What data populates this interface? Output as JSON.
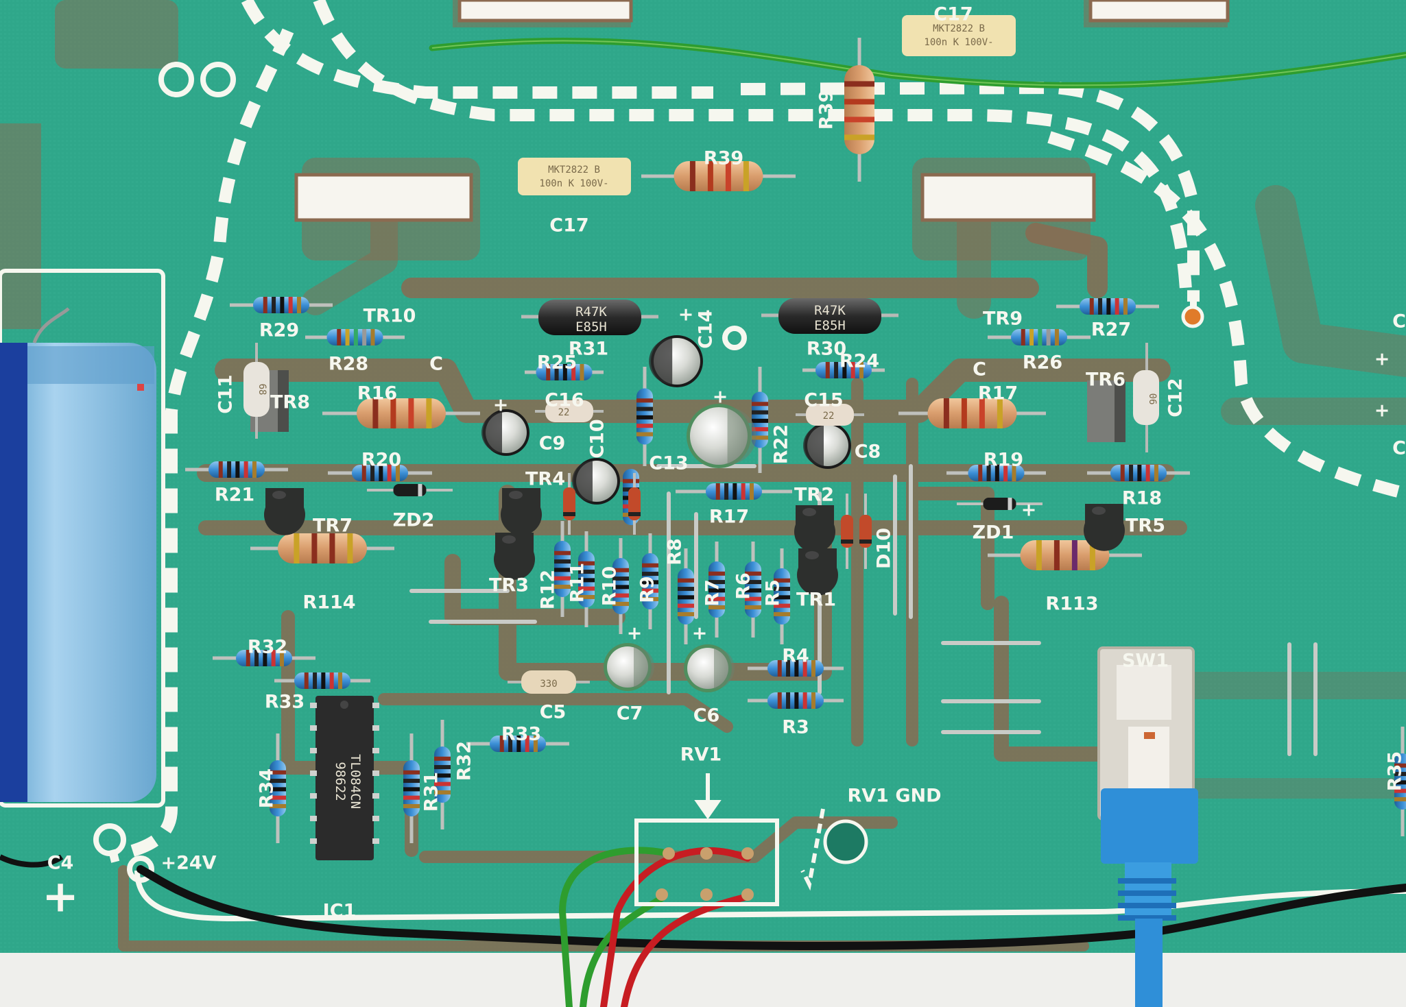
{
  "board": {
    "colors": {
      "substrate": "#2fa78a",
      "copper": "#8b6a50",
      "silkscreen": "#f6f7ef",
      "black_wire": "#111111",
      "green_wire": "#2e9d2e",
      "red_wire": "#c71d22",
      "blue_electrolytic": "#7fb7dc",
      "switch_blue": "#2f8fd8"
    },
    "labels": {
      "c17_top": "C17",
      "r39_vertical": "R39",
      "r39": "R39",
      "c17": "C17",
      "c14": "C14",
      "r31": "R31",
      "r30": "R30",
      "tr10": "TR10",
      "r29": "R29",
      "r28": "R28",
      "tr9": "TR9",
      "r27": "R27",
      "r26": "R26",
      "tr8": "TR8",
      "c11": "C11",
      "r16": "R16",
      "c_left": "C",
      "r25": "R25",
      "c16": "C16",
      "c15": "C15",
      "r24": "R24",
      "c_right": "C",
      "r17": "R17",
      "tr6": "TR6",
      "c12": "C12",
      "c9": "C9",
      "c10": "C10",
      "c13": "C13",
      "r22": "R22",
      "c8": "C8",
      "r20": "R20",
      "r19": "R19",
      "r21": "R21",
      "r18": "R18",
      "tr4": "TR4",
      "zd2": "ZD2",
      "tr2": "TR2",
      "zd1": "ZD1",
      "tr7": "TR7",
      "tr5": "TR5",
      "r17b": "R17",
      "d10": "D10",
      "r12": "R12",
      "r11": "R11",
      "r10": "R10",
      "r9": "R9",
      "r8": "R8",
      "r7": "R7",
      "r6": "R6",
      "r5": "R5",
      "tr3": "TR3",
      "tr1": "TR1",
      "r114": "R114",
      "r113": "R113",
      "r32": "R32",
      "r33": "R33",
      "r4": "R4",
      "r3": "R3",
      "c5": "C5",
      "c7": "C7",
      "c6": "C6",
      "r33b": "R33",
      "r34": "R34",
      "r31b": "R31",
      "r32b": "R32",
      "rv1": "RV1",
      "rv1_gnd": "RV1 GND",
      "sw1": "SW1",
      "r35": "R35",
      "c4": "C4",
      "plus24v": "+24V",
      "ic1": "IC1",
      "plus_big": "+",
      "plus_c14": "+",
      "plus_c13": "+",
      "plus_c9": "+",
      "plus_c7": "+",
      "plus_c6": "+",
      "plus_zd1": "+",
      "plus_right1": "+",
      "plus_right2": "+",
      "c_edge1": "C",
      "c_edge2": "C"
    },
    "parts": {
      "r31_marking_1": "R47K",
      "r31_marking_2": "E85H",
      "r30_marking_1": "R47K",
      "r30_marking_2": "E85H",
      "ic1_marking_1": "TL084CN",
      "ic1_marking_2": "98622",
      "c5_marking": "330",
      "c16_marking": "22",
      "c15_marking": "22",
      "c12_marking": "06",
      "c11_marking": "68",
      "c17_marking_1": "MKT2822 B",
      "c17_marking_2": "100n K 100V-"
    }
  }
}
